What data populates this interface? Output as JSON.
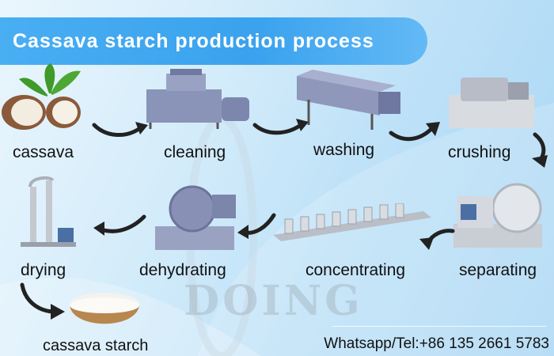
{
  "title": "Cassava starch production process",
  "steps": {
    "cassava": "cassava",
    "cleaning": "cleaning",
    "washing": "washing",
    "crushing": "crushing",
    "separating": "separating",
    "concentrating": "concentrating",
    "dehydrating": "dehydrating",
    "drying": "drying",
    "starch": "cassava starch"
  },
  "watermark": "DOING",
  "contact": "Whatsapp/Tel:+86 135 2661 5783",
  "colors": {
    "banner": "#3aa2ee",
    "arrow": "#222222",
    "machine": "#8a93b8"
  }
}
